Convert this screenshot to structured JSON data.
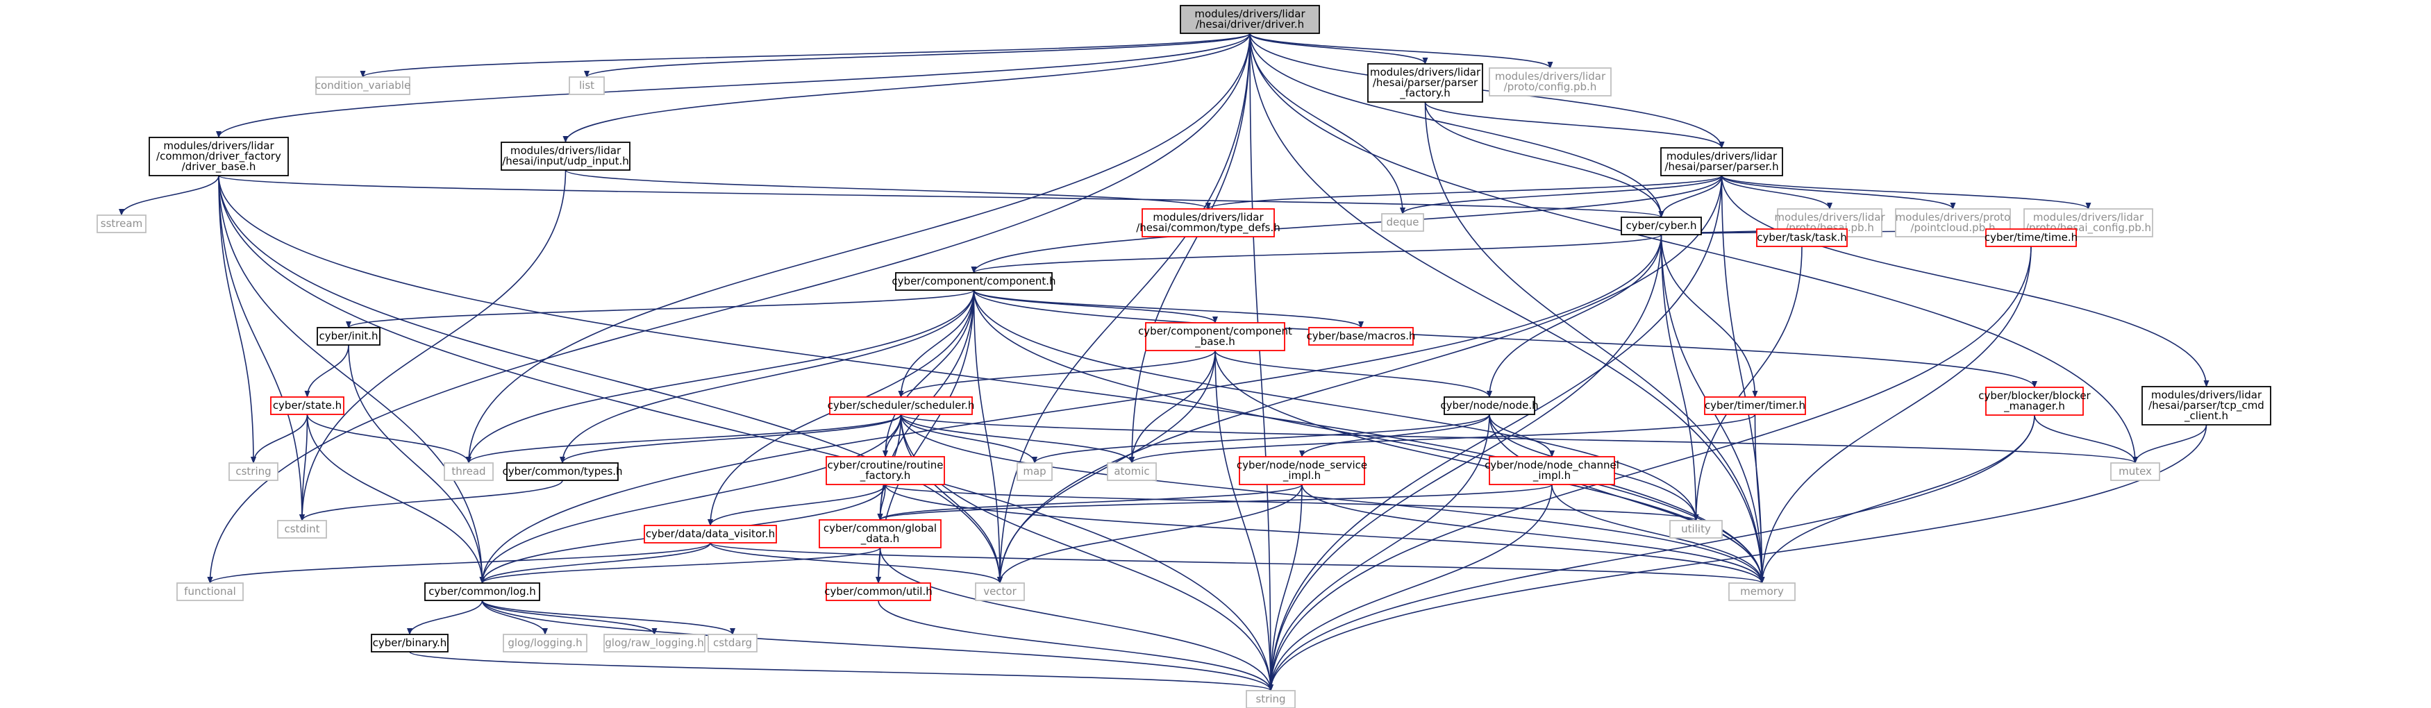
{
  "graph": {
    "nodes": [
      {
        "id": "root",
        "lines": [
          "modules/drivers/lidar",
          "/hesai/driver/driver.h"
        ],
        "kind": "root",
        "link": false
      },
      {
        "id": "cond_var",
        "lines": [
          "condition_variable"
        ],
        "kind": "external",
        "link": false
      },
      {
        "id": "list",
        "lines": [
          "list"
        ],
        "kind": "external",
        "link": false
      },
      {
        "id": "udp_input",
        "lines": [
          "modules/drivers/lidar",
          "/hesai/input/udp_input.h"
        ],
        "kind": "file",
        "link": true
      },
      {
        "id": "parser_factory",
        "lines": [
          "modules/drivers/lidar",
          "/hesai/parser/parser",
          "_factory.h"
        ],
        "kind": "file",
        "link": true
      },
      {
        "id": "proto_config",
        "lines": [
          "modules/drivers/lidar",
          "/proto/config.pb.h"
        ],
        "kind": "external",
        "link": false
      },
      {
        "id": "driver_base",
        "lines": [
          "modules/drivers/lidar",
          "/common/driver_factory",
          "/driver_base.h"
        ],
        "kind": "file",
        "link": true
      },
      {
        "id": "parser_h",
        "lines": [
          "modules/drivers/lidar",
          "/hesai/parser/parser.h"
        ],
        "kind": "file",
        "link": true
      },
      {
        "id": "sstream",
        "lines": [
          "sstream"
        ],
        "kind": "external",
        "link": false
      },
      {
        "id": "type_defs",
        "lines": [
          "modules/drivers/lidar",
          "/hesai/common/type_defs.h"
        ],
        "kind": "incomplete",
        "link": true
      },
      {
        "id": "deque",
        "lines": [
          "deque"
        ],
        "kind": "external",
        "link": false
      },
      {
        "id": "cyber_h",
        "lines": [
          "cyber/cyber.h"
        ],
        "kind": "file",
        "link": true
      },
      {
        "id": "hesai_pb",
        "lines": [
          "modules/drivers/lidar",
          "/proto/hesai.pb.h"
        ],
        "kind": "external",
        "link": false
      },
      {
        "id": "pointcloud_pb",
        "lines": [
          "modules/drivers/proto",
          "/pointcloud.pb.h"
        ],
        "kind": "external",
        "link": false
      },
      {
        "id": "hesai_config_pb",
        "lines": [
          "modules/drivers/lidar",
          "/proto/hesai_config.pb.h"
        ],
        "kind": "external",
        "link": false
      },
      {
        "id": "component_h",
        "lines": [
          "cyber/component/component.h"
        ],
        "kind": "file",
        "link": true
      },
      {
        "id": "task_h",
        "lines": [
          "cyber/task/task.h"
        ],
        "kind": "incomplete",
        "link": true
      },
      {
        "id": "time_h",
        "lines": [
          "cyber/time/time.h"
        ],
        "kind": "incomplete",
        "link": true
      },
      {
        "id": "init_h",
        "lines": [
          "cyber/init.h"
        ],
        "kind": "file",
        "link": true
      },
      {
        "id": "component_base",
        "lines": [
          "cyber/component/component",
          "_base.h"
        ],
        "kind": "incomplete",
        "link": true
      },
      {
        "id": "macros_h",
        "lines": [
          "cyber/base/macros.h"
        ],
        "kind": "incomplete",
        "link": true
      },
      {
        "id": "state_h",
        "lines": [
          "cyber/state.h"
        ],
        "kind": "incomplete",
        "link": true
      },
      {
        "id": "scheduler_h",
        "lines": [
          "cyber/scheduler/scheduler.h"
        ],
        "kind": "incomplete",
        "link": true
      },
      {
        "id": "node_h",
        "lines": [
          "cyber/node/node.h"
        ],
        "kind": "file",
        "link": true
      },
      {
        "id": "timer_h",
        "lines": [
          "cyber/timer/timer.h"
        ],
        "kind": "incomplete",
        "link": true
      },
      {
        "id": "blocker_mgr",
        "lines": [
          "cyber/blocker/blocker",
          "_manager.h"
        ],
        "kind": "incomplete",
        "link": true
      },
      {
        "id": "tcp_cmd",
        "lines": [
          "modules/drivers/lidar",
          "/hesai/parser/tcp_cmd",
          "_client.h"
        ],
        "kind": "file",
        "link": true
      },
      {
        "id": "cstring",
        "lines": [
          "cstring"
        ],
        "kind": "external",
        "link": false
      },
      {
        "id": "thread",
        "lines": [
          "thread"
        ],
        "kind": "external",
        "link": false
      },
      {
        "id": "types_h",
        "lines": [
          "cyber/common/types.h"
        ],
        "kind": "file",
        "link": true
      },
      {
        "id": "map",
        "lines": [
          "map"
        ],
        "kind": "external",
        "link": false
      },
      {
        "id": "atomic",
        "lines": [
          "atomic"
        ],
        "kind": "external",
        "link": false
      },
      {
        "id": "routine_factory",
        "lines": [
          "cyber/croutine/routine",
          "_factory.h"
        ],
        "kind": "incomplete",
        "link": true
      },
      {
        "id": "node_service_impl",
        "lines": [
          "cyber/node/node_service",
          "_impl.h"
        ],
        "kind": "incomplete",
        "link": true
      },
      {
        "id": "node_channel_impl",
        "lines": [
          "cyber/node/node_channel",
          "_impl.h"
        ],
        "kind": "incomplete",
        "link": true
      },
      {
        "id": "mutex",
        "lines": [
          "mutex"
        ],
        "kind": "external",
        "link": false
      },
      {
        "id": "cstdint",
        "lines": [
          "cstdint"
        ],
        "kind": "external",
        "link": false
      },
      {
        "id": "utility",
        "lines": [
          "utility"
        ],
        "kind": "external",
        "link": false
      },
      {
        "id": "data_visitor",
        "lines": [
          "cyber/data/data_visitor.h"
        ],
        "kind": "incomplete",
        "link": true
      },
      {
        "id": "global_data",
        "lines": [
          "cyber/common/global",
          "_data.h"
        ],
        "kind": "incomplete",
        "link": true
      },
      {
        "id": "functional",
        "lines": [
          "functional"
        ],
        "kind": "external",
        "link": false
      },
      {
        "id": "log_h",
        "lines": [
          "cyber/common/log.h"
        ],
        "kind": "file",
        "link": true
      },
      {
        "id": "vector",
        "lines": [
          "vector"
        ],
        "kind": "external",
        "link": false
      },
      {
        "id": "util_h",
        "lines": [
          "cyber/common/util.h"
        ],
        "kind": "incomplete",
        "link": true
      },
      {
        "id": "memory",
        "lines": [
          "memory"
        ],
        "kind": "external",
        "link": false
      },
      {
        "id": "binary_h",
        "lines": [
          "cyber/binary.h"
        ],
        "kind": "file",
        "link": true
      },
      {
        "id": "glog_logging",
        "lines": [
          "glog/logging.h"
        ],
        "kind": "external",
        "link": false
      },
      {
        "id": "glog_raw",
        "lines": [
          "glog/raw_logging.h"
        ],
        "kind": "external",
        "link": false
      },
      {
        "id": "cstdarg",
        "lines": [
          "cstdarg"
        ],
        "kind": "external",
        "link": false
      },
      {
        "id": "string",
        "lines": [
          "string"
        ],
        "kind": "external",
        "link": false
      }
    ],
    "edges": [
      [
        "root",
        "cond_var"
      ],
      [
        "root",
        "list"
      ],
      [
        "root",
        "udp_input"
      ],
      [
        "root",
        "parser_factory"
      ],
      [
        "root",
        "proto_config"
      ],
      [
        "root",
        "driver_base"
      ],
      [
        "root",
        "parser_h"
      ],
      [
        "root",
        "thread"
      ],
      [
        "root",
        "deque"
      ],
      [
        "root",
        "cyber_h"
      ],
      [
        "root",
        "atomic"
      ],
      [
        "root",
        "vector"
      ],
      [
        "root",
        "functional"
      ],
      [
        "root",
        "mutex"
      ],
      [
        "root",
        "memory"
      ],
      [
        "root",
        "string"
      ],
      [
        "udp_input",
        "type_defs"
      ],
      [
        "udp_input",
        "cstdint"
      ],
      [
        "parser_factory",
        "parser_h"
      ],
      [
        "parser_factory",
        "cyber_h"
      ],
      [
        "parser_factory",
        "memory"
      ],
      [
        "driver_base",
        "sstream"
      ],
      [
        "driver_base",
        "cstring"
      ],
      [
        "driver_base",
        "cstdint"
      ],
      [
        "driver_base",
        "cyber_h"
      ],
      [
        "driver_base",
        "log_h"
      ],
      [
        "driver_base",
        "vector"
      ],
      [
        "driver_base",
        "string"
      ],
      [
        "driver_base",
        "memory"
      ],
      [
        "parser_h",
        "type_defs"
      ],
      [
        "parser_h",
        "deque"
      ],
      [
        "parser_h",
        "cyber_h"
      ],
      [
        "parser_h",
        "hesai_pb"
      ],
      [
        "parser_h",
        "pointcloud_pb"
      ],
      [
        "parser_h",
        "hesai_config_pb"
      ],
      [
        "parser_h",
        "tcp_cmd"
      ],
      [
        "parser_h",
        "component_h"
      ],
      [
        "parser_h",
        "vector"
      ],
      [
        "parser_h",
        "memory"
      ],
      [
        "parser_h",
        "string"
      ],
      [
        "cyber_h",
        "component_h"
      ],
      [
        "cyber_h",
        "task_h"
      ],
      [
        "cyber_h",
        "time_h"
      ],
      [
        "cyber_h",
        "node_h"
      ],
      [
        "cyber_h",
        "timer_h"
      ],
      [
        "cyber_h",
        "log_h"
      ],
      [
        "cyber_h",
        "utility"
      ],
      [
        "cyber_h",
        "memory"
      ],
      [
        "cyber_h",
        "string"
      ],
      [
        "component_h",
        "init_h"
      ],
      [
        "component_h",
        "component_base"
      ],
      [
        "component_h",
        "macros_h"
      ],
      [
        "component_h",
        "scheduler_h"
      ],
      [
        "component_h",
        "types_h"
      ],
      [
        "component_h",
        "routine_factory"
      ],
      [
        "component_h",
        "data_visitor"
      ],
      [
        "component_h",
        "global_data"
      ],
      [
        "component_h",
        "util_h"
      ],
      [
        "component_h",
        "blocker_mgr"
      ],
      [
        "component_h",
        "thread"
      ],
      [
        "component_h",
        "vector"
      ],
      [
        "component_h",
        "utility"
      ],
      [
        "component_h",
        "memory"
      ],
      [
        "task_h",
        "utility"
      ],
      [
        "time_h",
        "memory"
      ],
      [
        "time_h",
        "string"
      ],
      [
        "init_h",
        "state_h"
      ],
      [
        "init_h",
        "log_h"
      ],
      [
        "state_h",
        "cstring"
      ],
      [
        "state_h",
        "thread"
      ],
      [
        "state_h",
        "cstdint"
      ],
      [
        "state_h",
        "log_h"
      ],
      [
        "component_base",
        "scheduler_h"
      ],
      [
        "component_base",
        "node_h"
      ],
      [
        "component_base",
        "atomic"
      ],
      [
        "component_base",
        "vector"
      ],
      [
        "component_base",
        "memory"
      ],
      [
        "component_base",
        "string"
      ],
      [
        "scheduler_h",
        "thread"
      ],
      [
        "scheduler_h",
        "types_h"
      ],
      [
        "scheduler_h",
        "map"
      ],
      [
        "scheduler_h",
        "atomic"
      ],
      [
        "scheduler_h",
        "routine_factory"
      ],
      [
        "scheduler_h",
        "global_data"
      ],
      [
        "scheduler_h",
        "log_h"
      ],
      [
        "scheduler_h",
        "mutex"
      ],
      [
        "scheduler_h",
        "vector"
      ],
      [
        "scheduler_h",
        "memory"
      ],
      [
        "scheduler_h",
        "string"
      ],
      [
        "node_h",
        "map"
      ],
      [
        "node_h",
        "node_service_impl"
      ],
      [
        "node_h",
        "node_channel_impl"
      ],
      [
        "node_h",
        "utility"
      ],
      [
        "node_h",
        "memory"
      ],
      [
        "node_h",
        "string"
      ],
      [
        "timer_h",
        "atomic"
      ],
      [
        "timer_h",
        "memory"
      ],
      [
        "blocker_mgr",
        "mutex"
      ],
      [
        "blocker_mgr",
        "memory"
      ],
      [
        "blocker_mgr",
        "string"
      ],
      [
        "tcp_cmd",
        "mutex"
      ],
      [
        "tcp_cmd",
        "string"
      ],
      [
        "types_h",
        "cstdint"
      ],
      [
        "routine_factory",
        "data_visitor"
      ],
      [
        "routine_factory",
        "global_data"
      ],
      [
        "routine_factory",
        "log_h"
      ],
      [
        "routine_factory",
        "utility"
      ],
      [
        "routine_factory",
        "memory"
      ],
      [
        "node_service_impl",
        "global_data"
      ],
      [
        "node_service_impl",
        "vector"
      ],
      [
        "node_service_impl",
        "memory"
      ],
      [
        "node_service_impl",
        "string"
      ],
      [
        "node_channel_impl",
        "global_data"
      ],
      [
        "node_channel_impl",
        "memory"
      ],
      [
        "node_channel_impl",
        "string"
      ],
      [
        "data_visitor",
        "log_h"
      ],
      [
        "data_visitor",
        "functional"
      ],
      [
        "data_visitor",
        "vector"
      ],
      [
        "data_visitor",
        "memory"
      ],
      [
        "global_data",
        "util_h"
      ],
      [
        "global_data",
        "log_h"
      ],
      [
        "global_data",
        "string"
      ],
      [
        "log_h",
        "binary_h"
      ],
      [
        "log_h",
        "glog_logging"
      ],
      [
        "log_h",
        "glog_raw"
      ],
      [
        "log_h",
        "cstdarg"
      ],
      [
        "log_h",
        "string"
      ],
      [
        "util_h",
        "string"
      ],
      [
        "binary_h",
        "string"
      ]
    ]
  },
  "colors": {
    "edge": "#1a2a6c",
    "root_fill": "#bfbfbf",
    "file_border": "#000000",
    "incomplete_border": "#ff0000",
    "external_border": "#bfbfbf",
    "external_text": "#8f8f8f"
  }
}
